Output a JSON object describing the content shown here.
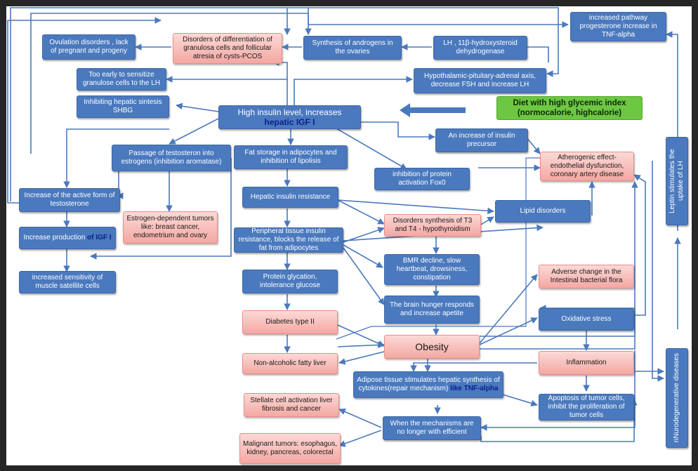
{
  "nodes": {
    "ovulation": "Ovulation disorders , lack of pregnant  and progeny",
    "granulosa": "Disorders of differentiation of granulosa cells and follicular atresia of cysts-PCOS",
    "androgens": "Synthesis of androgens in the ovaries",
    "lh_11b": "LH ,  11β-hydroxysteroid dehydrogenase",
    "progesterone": "increased pathway progesterone increase in TNF-alpha",
    "too_early": "Too early to sensitize granulose cells to the LH",
    "hpa_axis": "Hypothalamic-pituitary-adrenal axis, decrease FSH and increase LH",
    "inhibiting_shbg": "Inhibiting hepatic sintesis SHBG",
    "high_insulin": "High insulin level, increases",
    "high_insulin_hl": "hepatic IGF I",
    "diet": "Diet with high glycemic index (normocalorie, highcalorie)",
    "insulin_precursor": "An increase of insulin precursor",
    "passage_testosterone": "Passage of testosteron into estrogens (inhibition aromatase)",
    "fat_storage": "Fat storage  in adipocytes and inhibition of lipolisis",
    "fox0": "inhibition of protein activation Fox0",
    "atherogenic": "Atherogenic effect-endothelial dysfunction, coronary artery disease",
    "leptin": "Leptin stimulates the uptake of LH",
    "active_testosterone": "Increase of the active form of testosterone",
    "hepatic_insulin_res": "Hepatic insulin resistance",
    "estrogen_tumors": "Estrogen-dependent tumors like: breast cancer, endometrium and ovary",
    "lipid_disorders": "Lipid disorders",
    "t3t4": "Disorders synthesis of T3 and T4 - hypothyroidism",
    "igf_production": "Increase production",
    "igf_production_hl": "of IGF I",
    "peripheral_res": "Peripheral tissue insulin resistance, blocks the release of fat from adipocytes",
    "bmr": "BMR decline, slow heartbeat, drowsiness, constipation",
    "satellite": "increased sensitivity of muscle satellite cells",
    "protein_glycation": "Protein glycation, intolerance glucose",
    "adverse_flora": "Adverse change in the Intestinal bacterial  flora",
    "brain_hunger": "The brain hunger responds and increase apetite",
    "diabetes": "Diabetes  type II",
    "oxidative": "Oxidative stress",
    "obesity": "Obesity",
    "nafld": "Non-alcoholic fatty liver",
    "inflammation": "Inflammation",
    "nneuro": "nNurodegenerative diseases",
    "adipose_cytokines": "Adipose tissue stimulates hepatic synthesis of cytokines(repair mechanism)",
    "adipose_cytokines_hl": "like TNF-alpha",
    "stellate": "Stellate cell activation liver fibrosis and cancer",
    "apoptosis": "Apoptosis of tumor cells, inhibit the proliferation of tumor cells",
    "mechanisms": "When the mechanisms are no longer with efficient",
    "malignant": "Malignant tumors: esophagus, kidney, pancreas, colorectal"
  },
  "colors": {
    "blue_box": "#4a79be",
    "pink_box": "#f4a8a3",
    "green_box": "#6ec742",
    "arrow": "#4a79be",
    "frame": "#262626"
  }
}
